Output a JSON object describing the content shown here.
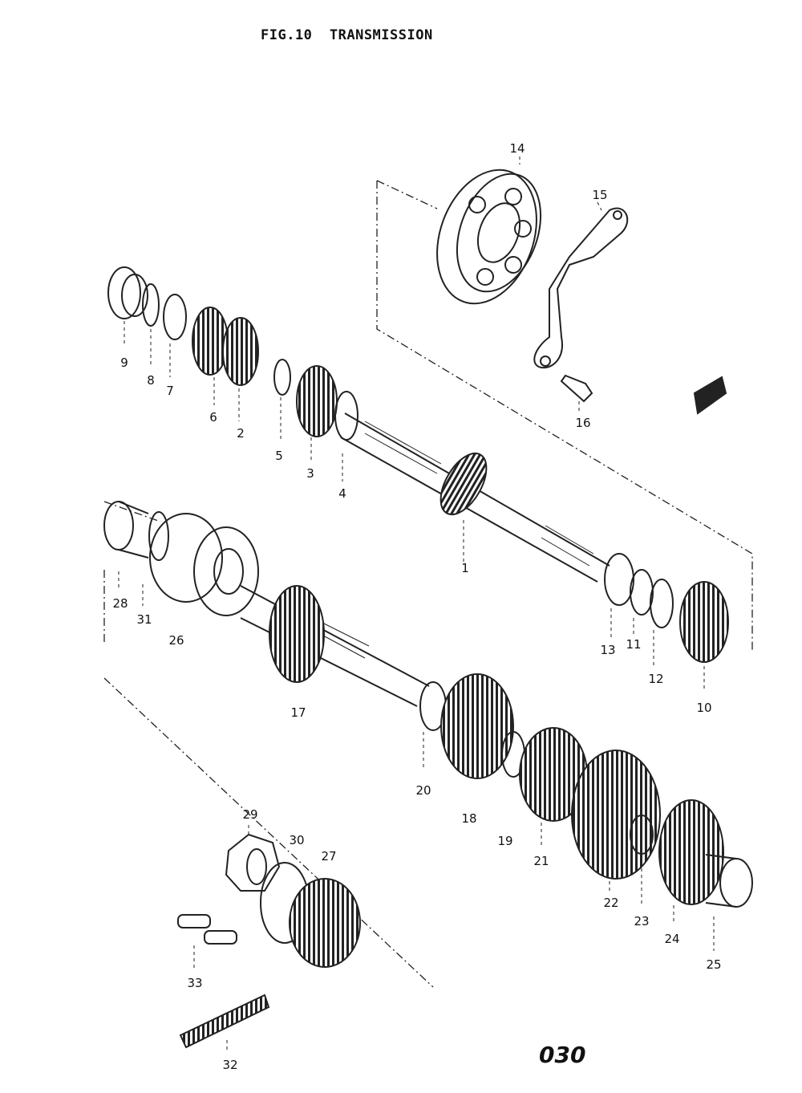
{
  "title": "FIG.10  TRANSMISSION",
  "page_number": "030",
  "callouts": [
    "1",
    "2",
    "3",
    "4",
    "5",
    "6",
    "7",
    "8",
    "9",
    "10",
    "11",
    "12",
    "13",
    "14",
    "15",
    "16",
    "17",
    "18",
    "19",
    "20",
    "21",
    "22",
    "23",
    "24",
    "25",
    "26",
    "27",
    "28",
    "29",
    "30",
    "31",
    "32",
    "33"
  ]
}
